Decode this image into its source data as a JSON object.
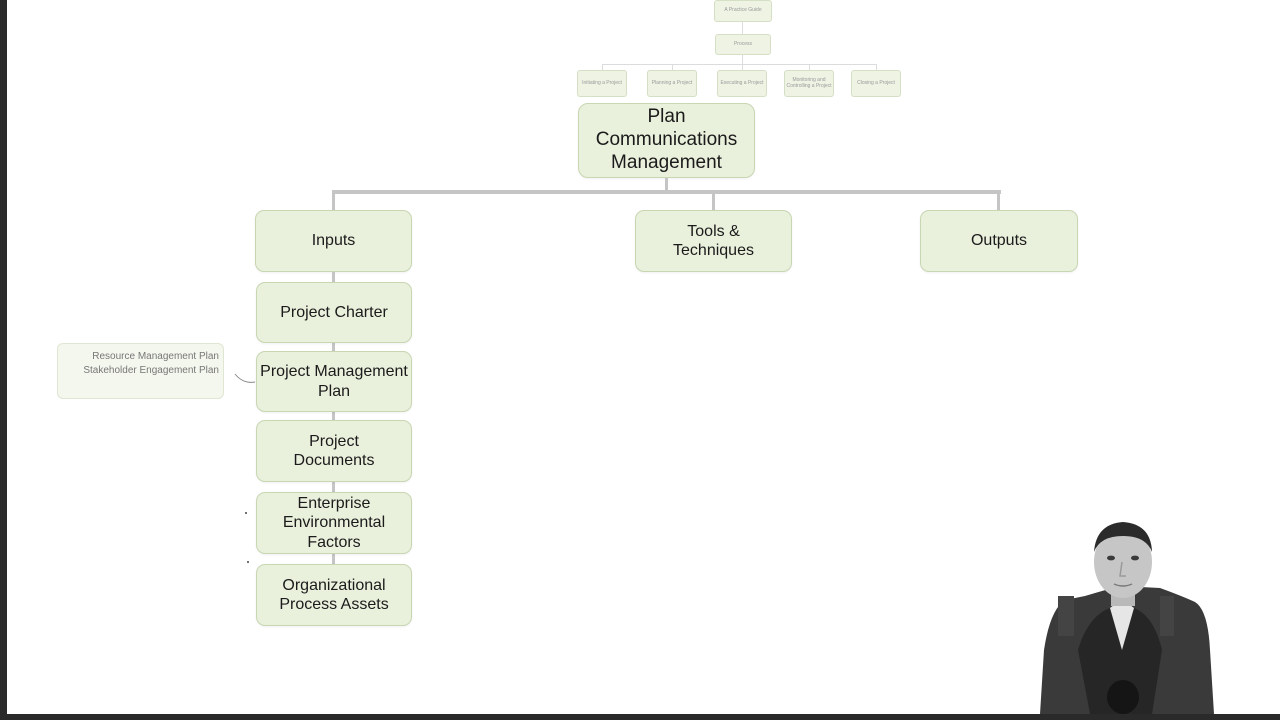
{
  "mini_map": {
    "top": "A Practice Guide",
    "process": "Process",
    "groups": [
      "Initiating a Project",
      "Planning a Project",
      "Executing a Project",
      "Monitoring and Controlling a Project",
      "Closing a Project"
    ]
  },
  "main": {
    "process_title": "Plan Communications Management",
    "branches": {
      "inputs": "Inputs",
      "tools": "Tools & Techniques",
      "outputs": "Outputs"
    },
    "inputs": [
      "Project Charter",
      "Project Management Plan",
      "Project Documents",
      "Enterprise Environmental Factors",
      "Organizational Process Assets"
    ]
  },
  "annotation": {
    "lines": [
      "Resource Management Plan",
      "Stakeholder Engagement Plan"
    ]
  }
}
